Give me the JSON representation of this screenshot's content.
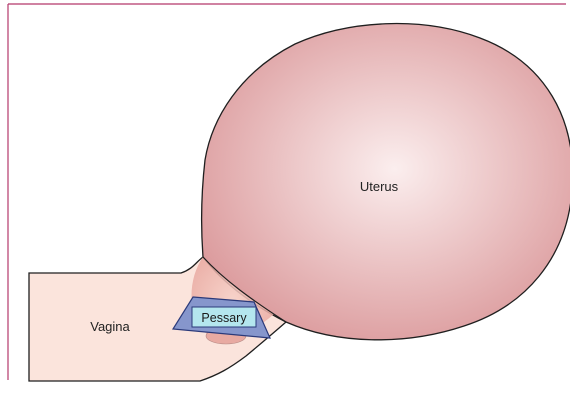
{
  "labels": {
    "uterus": "Uterus",
    "vagina": "Vagina",
    "pessary": "Pessary"
  },
  "colors": {
    "frame": "#b3386b",
    "outline": "#1f1f1f",
    "uterus_center": "#fbeeee",
    "uterus_edge": "#dc9c9e",
    "vagina_fill": "#fbe4dc",
    "vagina_inner": "#efb6ae",
    "pessary_outer": "#8696cc",
    "pessary_inner": "#b4e6ee",
    "pessary_edge": "#2b3a7a"
  }
}
